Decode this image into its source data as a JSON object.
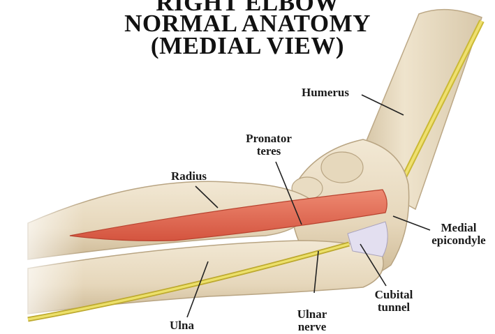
{
  "title": {
    "line1": "RIGHT ELBOW",
    "line2": "NORMAL ANATOMY",
    "line3": "(MEDIAL VIEW)"
  },
  "labels": {
    "humerus": "Humerus",
    "pronator_teres_1": "Pronator",
    "pronator_teres_2": "teres",
    "radius": "Radius",
    "medial_epicondyle_1": "Medial",
    "medial_epicondyle_2": "epicondyle",
    "cubital_tunnel_1": "Cubital",
    "cubital_tunnel_2": "tunnel",
    "ulna": "Ulna",
    "ulnar_nerve_1": "Ulnar",
    "ulnar_nerve_2": "nerve"
  },
  "colors": {
    "bone": "#e9dcc4",
    "bone_shade": "#c9b89a",
    "muscle": "#e06a55",
    "nerve": "#e6d64a",
    "tunnel": "#dcd8e6"
  }
}
